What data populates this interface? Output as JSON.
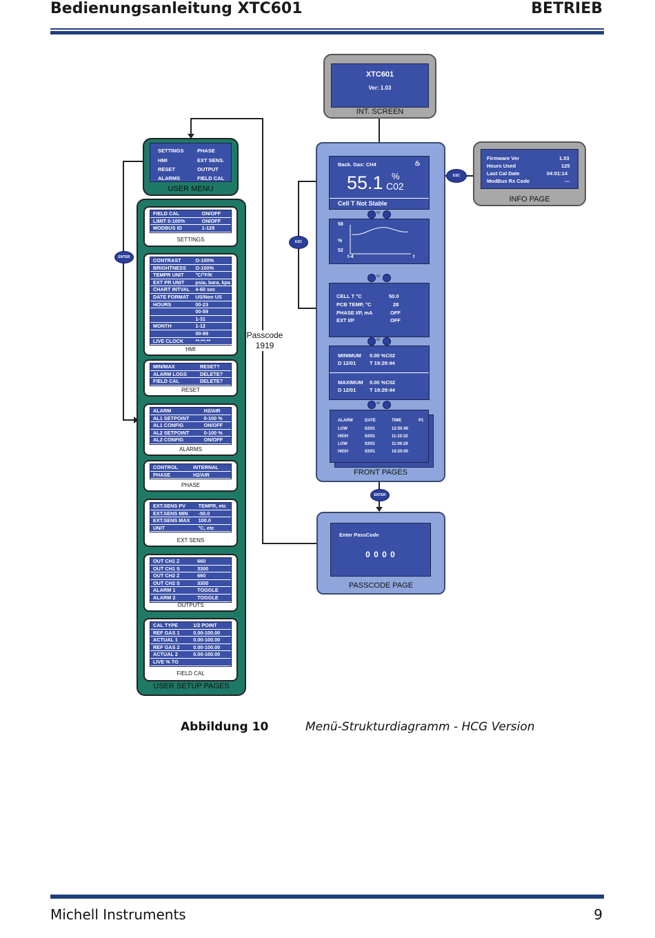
{
  "header": {
    "title": "Bedienungsanleitung XTC601",
    "section": "BETRIEB"
  },
  "footer": {
    "company": "Michell Instruments",
    "page": "9"
  },
  "caption": {
    "label": "Abbildung 10",
    "text": "Menü-Strukturdiagramm - HCG Version"
  },
  "int_screen": {
    "title": "XTC601",
    "ver": "Ver:  1.03",
    "caption": "INT. SCREEN"
  },
  "user_menu": {
    "left": [
      "SETTINGS",
      "HMI",
      "RESET",
      "ALARMS"
    ],
    "right": [
      "PHASE",
      "EXT SENS.",
      "OUTPUT",
      "FIELD CAL"
    ],
    "caption": "USER MENU"
  },
  "settings": {
    "rows": [
      [
        "FIELD CAL",
        "ON/OFF"
      ],
      [
        "LIMIT 0-100%",
        "ON/OFF"
      ],
      [
        "MODBUS ID",
        "1-128"
      ]
    ],
    "caption": "SETTINGS"
  },
  "hmi": {
    "rows": [
      [
        "CONTRAST",
        "O-100%"
      ],
      [
        "BRIGHTNESS",
        "O-100%"
      ],
      [
        "TEMPR UNIT",
        "°C/°F/K"
      ],
      [
        "EXT PR UNIT",
        "psia, bara, kpa"
      ],
      [
        "CHART INTVAL",
        "4-60 sec"
      ],
      [
        "DATE FORMAT",
        "US/Non US"
      ],
      [
        "HOURS",
        "00-23"
      ],
      [
        "",
        "00-59"
      ],
      [
        "",
        "1-31"
      ],
      [
        "MONTH",
        "1-12"
      ],
      [
        "",
        "00-99"
      ],
      [
        "LIVE CLOCK",
        "**:**:**"
      ]
    ],
    "caption": "HMI"
  },
  "reset": {
    "rows": [
      [
        "MIN/MAX",
        "RESET?"
      ],
      [
        "ALARM LOGS",
        "DELETE?"
      ],
      [
        "FIELD CAL",
        "DELETE?"
      ]
    ],
    "caption": "RESET"
  },
  "alarms": {
    "rows": [
      [
        "ALARM",
        "H2/AIR"
      ],
      [
        "AL1 SETPOINT",
        "0-100 %"
      ],
      [
        "AL1 CONFIG",
        "ON/OFF"
      ],
      [
        "AL2 SETPOINT",
        "0-100 %"
      ],
      [
        "AL2 CONFIG",
        "ON/OFF"
      ]
    ],
    "caption": "ALARMS"
  },
  "phase": {
    "rows": [
      [
        "CONTROL",
        "INTERNAL"
      ],
      [
        "PHASE",
        "H2/AIR"
      ]
    ],
    "caption": "PHASE"
  },
  "ext_sens": {
    "rows": [
      [
        "EXT.SENS PV",
        "TEMPR, etc"
      ],
      [
        "EXT.SENS MIN",
        "-50.0"
      ],
      [
        "EXT.SENS MAX",
        "100.0"
      ],
      [
        "UNIT",
        "°C, etc"
      ]
    ],
    "caption": "EXT SENS"
  },
  "outputs": {
    "rows": [
      [
        "OUT CH1 Z",
        "660"
      ],
      [
        "OUT CH1 S",
        "3300"
      ],
      [
        "OUT CH2 Z",
        "660"
      ],
      [
        "OUT CH2 S",
        "3300"
      ],
      [
        "ALARM 1",
        "TOGGLE"
      ],
      [
        "ALARM 2",
        "TOGGLE"
      ]
    ],
    "caption": "OUTPUTS"
  },
  "field_cal": {
    "rows": [
      [
        "CAL TYPE",
        "1/2 POINT"
      ],
      [
        "REF GAS 1",
        "0.00-100.00"
      ],
      [
        "ACTUAL 1",
        "0.00-100.00"
      ],
      [
        "REF GAS 2",
        "0.00-100.00"
      ],
      [
        "ACTUAL 2",
        "0.00-100.00"
      ],
      [
        "LIVE % TG",
        ""
      ]
    ],
    "caption": "FIELD CAL"
  },
  "user_setup_caption": "USER SETUP PAGES",
  "passcode_label": {
    "line1": "Passcode",
    "line2": "1919"
  },
  "buttons": {
    "enter": "ENTER",
    "esc": "ESC",
    "or": "or"
  },
  "front": {
    "back_gas": "Back. Gas:  CH4",
    "value": "55.1",
    "unit_pct": "%",
    "unit_gas": "C02",
    "status": "Cell T Not Stable",
    "chart": {
      "y_top": "58",
      "y_unit": "%",
      "y_bottom": "52",
      "x_left": "t-4",
      "x_right": "t"
    },
    "diag": [
      [
        "CELL T °C",
        "50.0"
      ],
      [
        "PCB TEMP, °C",
        "28"
      ],
      [
        "PHASE I/P, mA",
        "OFF"
      ],
      [
        "EXT I/P",
        "OFF"
      ]
    ],
    "min": {
      "l1a": "MINIMUM",
      "l1b": "0.00  %C02",
      "l2a": "D 12/01",
      "l2b": "T  19:29:44"
    },
    "max": {
      "l1a": "MAXIMUM",
      "l1b": "0.00  %C02",
      "l2a": "D 12/01",
      "l2b": "T  19:29:44"
    },
    "alarm_log": {
      "headers": [
        "ALARM",
        "DATE",
        "TIME",
        "P1"
      ],
      "rows": [
        [
          "LOW",
          "02/01",
          "12:50:40"
        ],
        [
          "HIGH",
          "02/01",
          "11:10:32"
        ],
        [
          "LOW",
          "02/01",
          "11:00:29"
        ],
        [
          "HIGH",
          "02/01",
          "10:20:00"
        ]
      ]
    },
    "caption": "FRONT PAGES"
  },
  "info": {
    "rows": [
      [
        "Firmware Ver",
        "1.03"
      ],
      [
        "Hours Used",
        "125"
      ],
      [
        "Last Cal Date",
        "04:01:14"
      ],
      [
        "ModBus Rx Code",
        "---"
      ]
    ],
    "caption": "INFO PAGE"
  },
  "passcode_page": {
    "prompt": "Enter PassCode",
    "code": "0 0 0 0",
    "caption": "PASSCODE PAGE"
  }
}
